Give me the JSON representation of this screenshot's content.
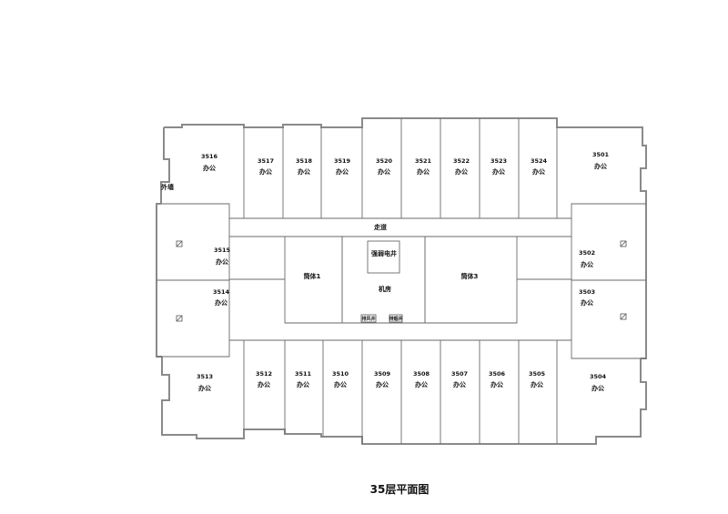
{
  "title": "35层平面图",
  "labels": {
    "wall": "外墙",
    "corridor": "走道",
    "core1": "筒体1",
    "core3": "筒体3",
    "machine_room": "机房",
    "elec_shaft": "强弱电井",
    "shaft_left": "排风井",
    "shaft_right": "排烟井"
  },
  "rooms": [
    {
      "id": "3516",
      "use": "办公"
    },
    {
      "id": "3517",
      "use": "办公"
    },
    {
      "id": "3518",
      "use": "办公"
    },
    {
      "id": "3519",
      "use": "办公"
    },
    {
      "id": "3520",
      "use": "办公"
    },
    {
      "id": "3521",
      "use": "办公"
    },
    {
      "id": "3522",
      "use": "办公"
    },
    {
      "id": "3523",
      "use": "办公"
    },
    {
      "id": "3524",
      "use": "办公"
    },
    {
      "id": "3501",
      "use": "办公"
    },
    {
      "id": "3515",
      "use": "办公"
    },
    {
      "id": "3514",
      "use": "办公"
    },
    {
      "id": "3502",
      "use": "办公"
    },
    {
      "id": "3503",
      "use": "办公"
    },
    {
      "id": "3513",
      "use": "办公"
    },
    {
      "id": "3512",
      "use": "办公"
    },
    {
      "id": "3511",
      "use": "办公"
    },
    {
      "id": "3510",
      "use": "办公"
    },
    {
      "id": "3509",
      "use": "办公"
    },
    {
      "id": "3508",
      "use": "办公"
    },
    {
      "id": "3507",
      "use": "办公"
    },
    {
      "id": "3506",
      "use": "办公"
    },
    {
      "id": "3505",
      "use": "办公"
    },
    {
      "id": "3504",
      "use": "办公"
    }
  ]
}
